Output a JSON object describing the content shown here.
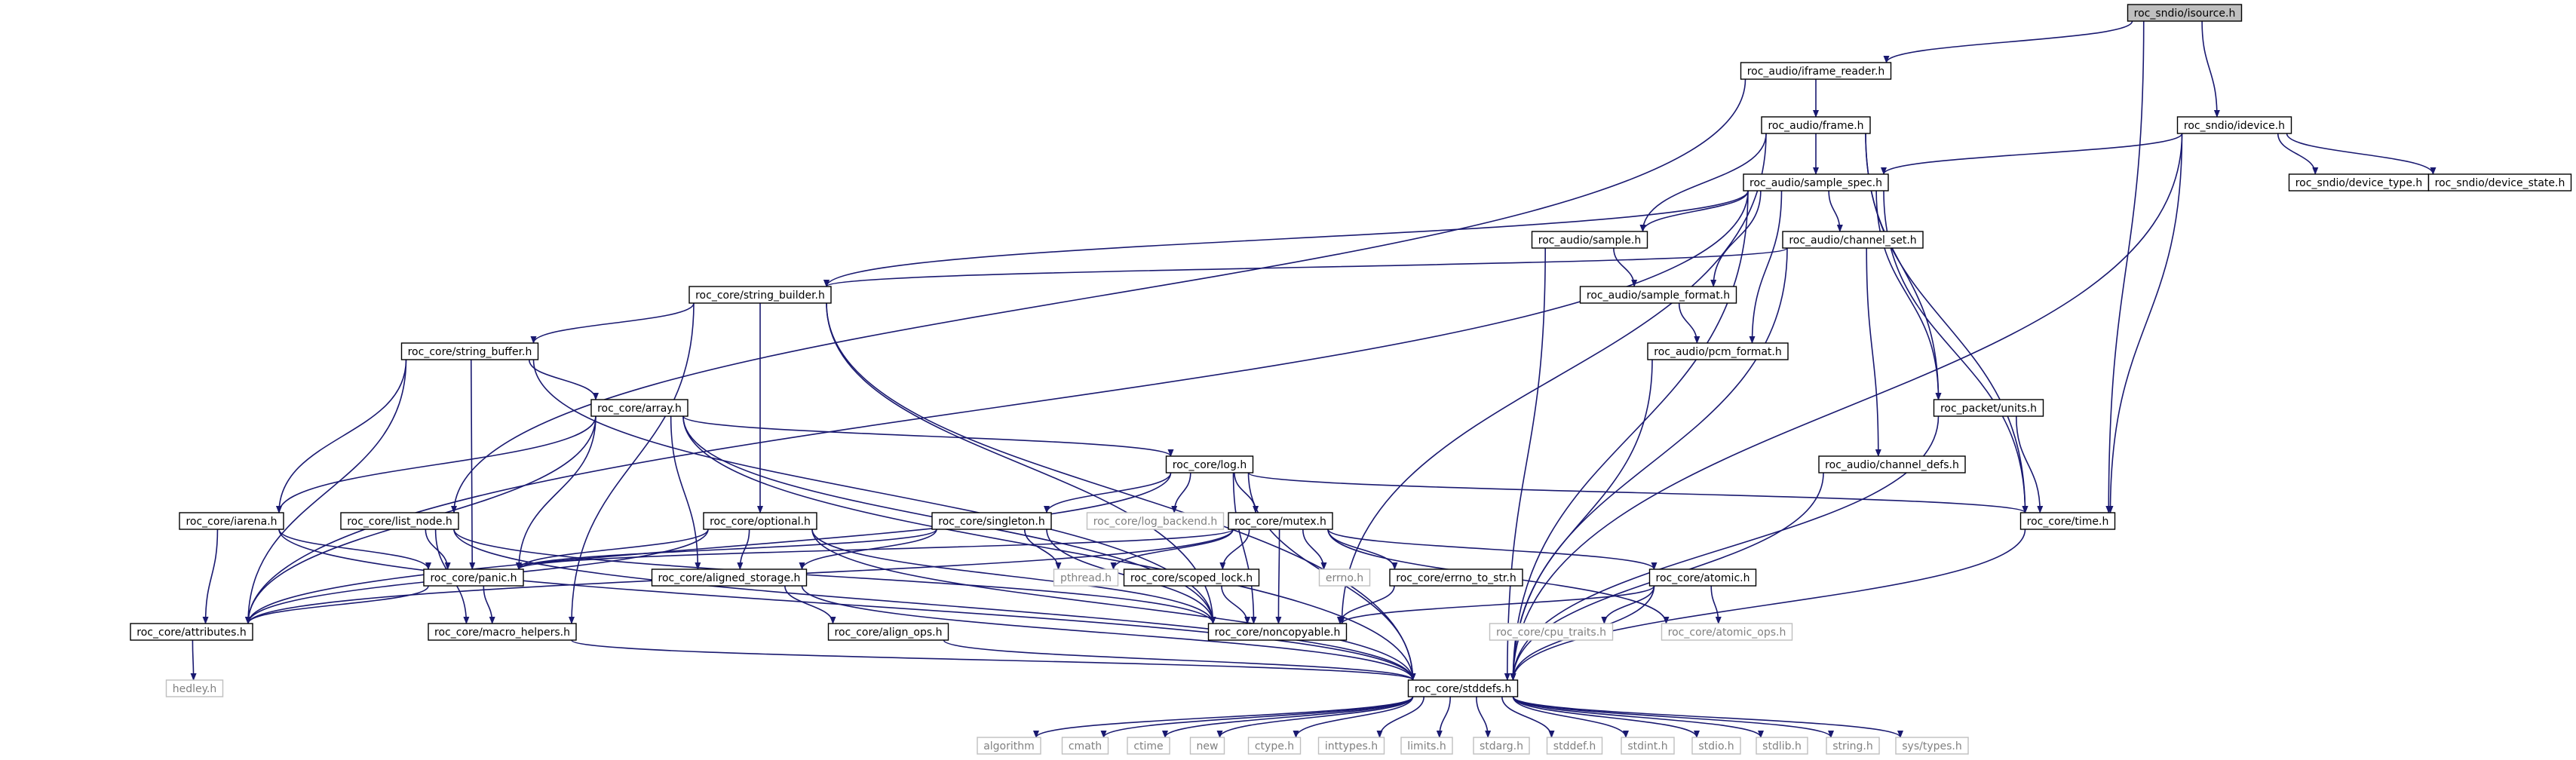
{
  "graph": {
    "colors": {
      "edge": "#191970",
      "node_border": "#000000",
      "root_fill": "#bfbfbf",
      "node_fill": "#ffffff",
      "external_border": "#bfbfbf",
      "external_text": "#808080"
    },
    "nodes": [
      {
        "id": "isource",
        "label": "roc_sndio/isource.h",
        "kind": "root"
      },
      {
        "id": "iframe_reader",
        "label": "roc_audio/iframe_reader.h",
        "kind": "normal"
      },
      {
        "id": "idevice",
        "label": "roc_sndio/idevice.h",
        "kind": "normal"
      },
      {
        "id": "frame",
        "label": "roc_audio/frame.h",
        "kind": "normal"
      },
      {
        "id": "sample_spec",
        "label": "roc_audio/sample_spec.h",
        "kind": "normal"
      },
      {
        "id": "device_type",
        "label": "roc_sndio/device_type.h",
        "kind": "normal"
      },
      {
        "id": "device_state",
        "label": "roc_sndio/device_state.h",
        "kind": "normal"
      },
      {
        "id": "sample",
        "label": "roc_audio/sample.h",
        "kind": "normal"
      },
      {
        "id": "channel_set",
        "label": "roc_audio/channel_set.h",
        "kind": "normal"
      },
      {
        "id": "string_builder",
        "label": "roc_core/string_builder.h",
        "kind": "normal"
      },
      {
        "id": "sample_format",
        "label": "roc_audio/sample_format.h",
        "kind": "normal"
      },
      {
        "id": "string_buffer",
        "label": "roc_core/string_buffer.h",
        "kind": "normal"
      },
      {
        "id": "pcm_format",
        "label": "roc_audio/pcm_format.h",
        "kind": "normal"
      },
      {
        "id": "array",
        "label": "roc_core/array.h",
        "kind": "normal"
      },
      {
        "id": "units",
        "label": "roc_packet/units.h",
        "kind": "normal"
      },
      {
        "id": "log",
        "label": "roc_core/log.h",
        "kind": "normal"
      },
      {
        "id": "channel_defs",
        "label": "roc_audio/channel_defs.h",
        "kind": "normal"
      },
      {
        "id": "iarena",
        "label": "roc_core/iarena.h",
        "kind": "normal"
      },
      {
        "id": "list_node",
        "label": "roc_core/list_node.h",
        "kind": "normal"
      },
      {
        "id": "optional",
        "label": "roc_core/optional.h",
        "kind": "normal"
      },
      {
        "id": "singleton",
        "label": "roc_core/singleton.h",
        "kind": "normal"
      },
      {
        "id": "log_backend",
        "label": "roc_core/log_backend.h",
        "kind": "external"
      },
      {
        "id": "mutex",
        "label": "roc_core/mutex.h",
        "kind": "normal"
      },
      {
        "id": "time",
        "label": "roc_core/time.h",
        "kind": "normal"
      },
      {
        "id": "panic",
        "label": "roc_core/panic.h",
        "kind": "normal"
      },
      {
        "id": "aligned_storage",
        "label": "roc_core/aligned_storage.h",
        "kind": "normal"
      },
      {
        "id": "pthread",
        "label": "pthread.h",
        "kind": "external"
      },
      {
        "id": "scoped_lock",
        "label": "roc_core/scoped_lock.h",
        "kind": "normal"
      },
      {
        "id": "errno",
        "label": "errno.h",
        "kind": "external"
      },
      {
        "id": "errno_to_str",
        "label": "roc_core/errno_to_str.h",
        "kind": "normal"
      },
      {
        "id": "atomic",
        "label": "roc_core/atomic.h",
        "kind": "normal"
      },
      {
        "id": "attributes",
        "label": "roc_core/attributes.h",
        "kind": "normal"
      },
      {
        "id": "macro_helpers",
        "label": "roc_core/macro_helpers.h",
        "kind": "normal"
      },
      {
        "id": "align_ops",
        "label": "roc_core/align_ops.h",
        "kind": "normal"
      },
      {
        "id": "noncopyable",
        "label": "roc_core/noncopyable.h",
        "kind": "normal"
      },
      {
        "id": "cpu_traits",
        "label": "roc_core/cpu_traits.h",
        "kind": "external"
      },
      {
        "id": "atomic_ops",
        "label": "roc_core/atomic_ops.h",
        "kind": "external"
      },
      {
        "id": "hedley",
        "label": "hedley.h",
        "kind": "external"
      },
      {
        "id": "stddefs",
        "label": "roc_core/stddefs.h",
        "kind": "normal"
      },
      {
        "id": "algorithm",
        "label": "algorithm",
        "kind": "external"
      },
      {
        "id": "cmath",
        "label": "cmath",
        "kind": "external"
      },
      {
        "id": "ctime",
        "label": "ctime",
        "kind": "external"
      },
      {
        "id": "new",
        "label": "new",
        "kind": "external"
      },
      {
        "id": "ctype",
        "label": "ctype.h",
        "kind": "external"
      },
      {
        "id": "inttypes",
        "label": "inttypes.h",
        "kind": "external"
      },
      {
        "id": "limits",
        "label": "limits.h",
        "kind": "external"
      },
      {
        "id": "stdarg",
        "label": "stdarg.h",
        "kind": "external"
      },
      {
        "id": "stddef",
        "label": "stddef.h",
        "kind": "external"
      },
      {
        "id": "stdint",
        "label": "stdint.h",
        "kind": "external"
      },
      {
        "id": "stdio",
        "label": "stdio.h",
        "kind": "external"
      },
      {
        "id": "stdlib",
        "label": "stdlib.h",
        "kind": "external"
      },
      {
        "id": "string",
        "label": "string.h",
        "kind": "external"
      },
      {
        "id": "systypes",
        "label": "sys/types.h",
        "kind": "external"
      }
    ],
    "edges": [
      [
        "isource",
        "iframe_reader"
      ],
      [
        "isource",
        "idevice"
      ],
      [
        "isource",
        "time"
      ],
      [
        "iframe_reader",
        "frame"
      ],
      [
        "iframe_reader",
        "list_node"
      ],
      [
        "idevice",
        "sample_spec"
      ],
      [
        "idevice",
        "device_type"
      ],
      [
        "idevice",
        "device_state"
      ],
      [
        "idevice",
        "time"
      ],
      [
        "idevice",
        "stddefs"
      ],
      [
        "frame",
        "sample_spec"
      ],
      [
        "frame",
        "sample"
      ],
      [
        "frame",
        "units"
      ],
      [
        "frame",
        "time"
      ],
      [
        "frame",
        "noncopyable"
      ],
      [
        "sample_spec",
        "sample"
      ],
      [
        "sample_spec",
        "channel_set"
      ],
      [
        "sample_spec",
        "sample_format"
      ],
      [
        "sample_spec",
        "pcm_format"
      ],
      [
        "sample_spec",
        "string_builder"
      ],
      [
        "sample_spec",
        "units"
      ],
      [
        "sample_spec",
        "time"
      ],
      [
        "sample_spec",
        "attributes"
      ],
      [
        "sample_spec",
        "stddefs"
      ],
      [
        "sample",
        "sample_format"
      ],
      [
        "sample",
        "stddefs"
      ],
      [
        "channel_set",
        "channel_defs"
      ],
      [
        "channel_set",
        "string_builder"
      ],
      [
        "channel_set",
        "stddefs"
      ],
      [
        "sample_format",
        "pcm_format"
      ],
      [
        "pcm_format",
        "stddefs"
      ],
      [
        "string_builder",
        "string_buffer"
      ],
      [
        "string_builder",
        "optional"
      ],
      [
        "string_builder",
        "noncopyable"
      ],
      [
        "string_builder",
        "macro_helpers"
      ],
      [
        "string_builder",
        "stddefs"
      ],
      [
        "string_buffer",
        "array"
      ],
      [
        "string_buffer",
        "iarena"
      ],
      [
        "string_buffer",
        "panic"
      ],
      [
        "string_buffer",
        "noncopyable"
      ],
      [
        "string_buffer",
        "attributes"
      ],
      [
        "array",
        "iarena"
      ],
      [
        "array",
        "log"
      ],
      [
        "array",
        "panic"
      ],
      [
        "array",
        "aligned_storage"
      ],
      [
        "array",
        "noncopyable"
      ],
      [
        "array",
        "attributes"
      ],
      [
        "array",
        "stddefs"
      ],
      [
        "units",
        "time"
      ],
      [
        "units",
        "stddefs"
      ],
      [
        "channel_defs",
        "stddefs"
      ],
      [
        "log",
        "singleton"
      ],
      [
        "log",
        "log_backend"
      ],
      [
        "log",
        "mutex"
      ],
      [
        "log",
        "time"
      ],
      [
        "log",
        "attributes"
      ],
      [
        "log",
        "noncopyable"
      ],
      [
        "log",
        "stddefs"
      ],
      [
        "time",
        "stddefs"
      ],
      [
        "iarena",
        "panic"
      ],
      [
        "iarena",
        "attributes"
      ],
      [
        "iarena",
        "stddefs"
      ],
      [
        "list_node",
        "panic"
      ],
      [
        "list_node",
        "noncopyable"
      ],
      [
        "list_node",
        "macro_helpers"
      ],
      [
        "list_node",
        "stddefs"
      ],
      [
        "optional",
        "panic"
      ],
      [
        "optional",
        "aligned_storage"
      ],
      [
        "optional",
        "noncopyable"
      ],
      [
        "optional",
        "attributes"
      ],
      [
        "optional",
        "stddefs"
      ],
      [
        "singleton",
        "aligned_storage"
      ],
      [
        "singleton",
        "pthread"
      ],
      [
        "singleton",
        "noncopyable"
      ],
      [
        "singleton",
        "panic"
      ],
      [
        "mutex",
        "panic"
      ],
      [
        "mutex",
        "pthread"
      ],
      [
        "mutex",
        "scoped_lock"
      ],
      [
        "mutex",
        "errno"
      ],
      [
        "mutex",
        "errno_to_str"
      ],
      [
        "mutex",
        "atomic"
      ],
      [
        "mutex",
        "noncopyable"
      ],
      [
        "mutex",
        "attributes"
      ],
      [
        "mutex",
        "atomic_ops"
      ],
      [
        "panic",
        "attributes"
      ],
      [
        "panic",
        "macro_helpers"
      ],
      [
        "aligned_storage",
        "align_ops"
      ],
      [
        "aligned_storage",
        "stddefs"
      ],
      [
        "scoped_lock",
        "noncopyable"
      ],
      [
        "errno_to_str",
        "noncopyable"
      ],
      [
        "atomic",
        "cpu_traits"
      ],
      [
        "atomic",
        "atomic_ops"
      ],
      [
        "atomic",
        "noncopyable"
      ],
      [
        "atomic",
        "stddefs"
      ],
      [
        "attributes",
        "hedley"
      ],
      [
        "macro_helpers",
        "stddefs"
      ],
      [
        "align_ops",
        "stddefs"
      ],
      [
        "stddefs",
        "algorithm"
      ],
      [
        "stddefs",
        "cmath"
      ],
      [
        "stddefs",
        "ctime"
      ],
      [
        "stddefs",
        "new"
      ],
      [
        "stddefs",
        "ctype"
      ],
      [
        "stddefs",
        "inttypes"
      ],
      [
        "stddefs",
        "limits"
      ],
      [
        "stddefs",
        "stdarg"
      ],
      [
        "stddefs",
        "stddef"
      ],
      [
        "stddefs",
        "stdint"
      ],
      [
        "stddefs",
        "stdio"
      ],
      [
        "stddefs",
        "stdlib"
      ],
      [
        "stddefs",
        "string"
      ],
      [
        "stddefs",
        "systypes"
      ]
    ]
  }
}
